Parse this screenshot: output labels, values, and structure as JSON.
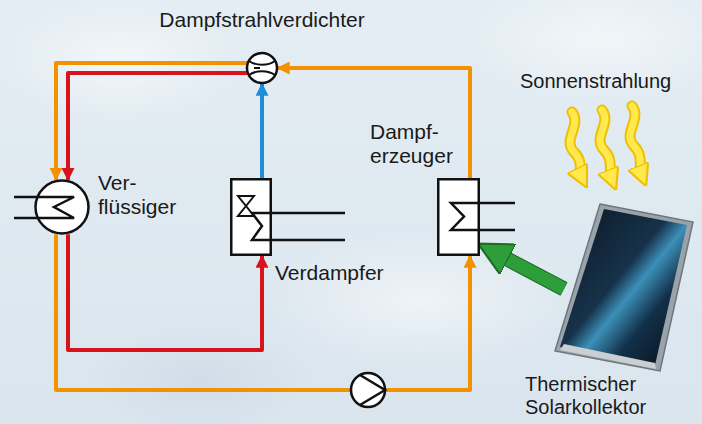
{
  "diagram": {
    "nodes": [
      {
        "text": [
          "Dampfstrahlverdichter"
        ]
      },
      {
        "text": [
          "Ver- flüssiger"
        ]
      },
      {
        "text": [
          "Verdampfer"
        ]
      },
      {
        "text": [
          "Dampf- erzeuger"
        ]
      },
      {
        "text": [
          "Thermischer Solarkollektor"
        ]
      }
    ],
    "edges": [
      {
        "from": 3,
        "to": 0,
        "arrow": "to"
      },
      {
        "from": 2,
        "to": 0,
        "arrow": "to"
      },
      {
        "from": 0,
        "to": 1,
        "arrow": "to"
      },
      {
        "from": 1,
        "to": 2,
        "arrow": "to"
      },
      {
        "from": 1,
        "to": 3,
        "arrow": "to"
      },
      {
        "from": 4,
        "to": 3,
        "arrow": "to"
      }
    ],
    "labels": [
      "Sonnenstrahlung"
    ]
  }
}
